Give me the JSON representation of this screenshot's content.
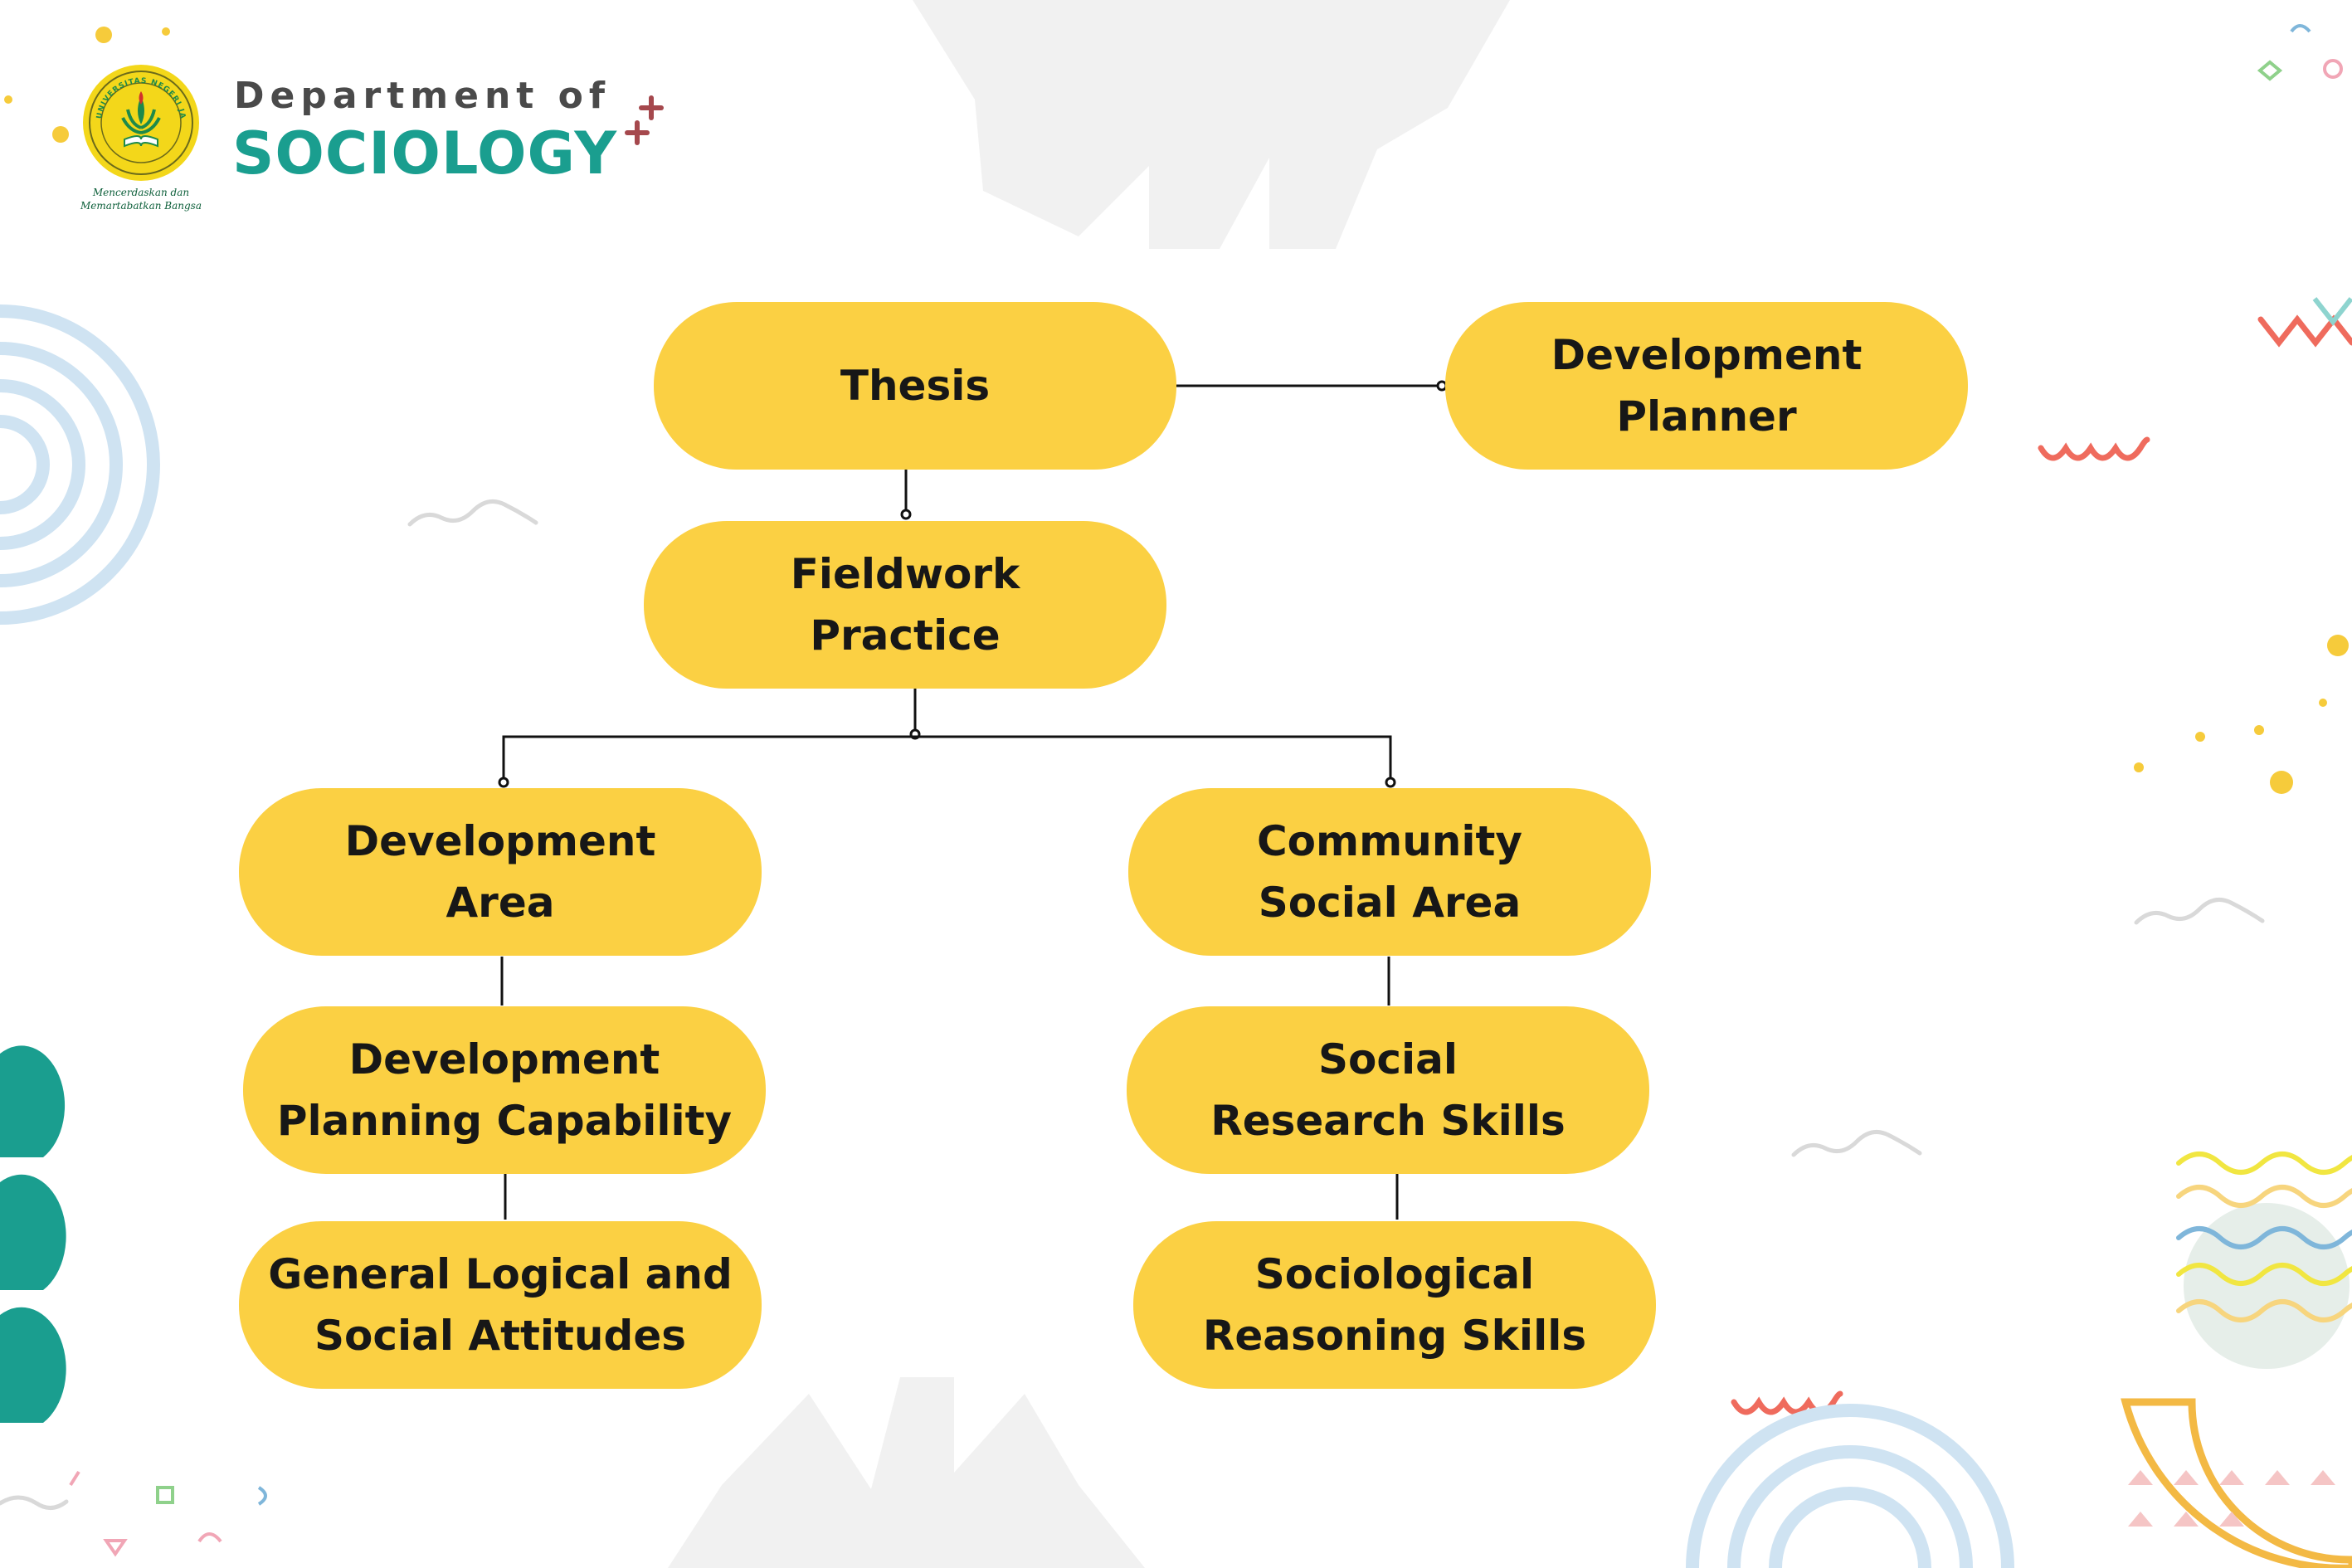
{
  "header": {
    "department_prefix": "Department of",
    "department_name": "SOCIOLOGY",
    "logo_ring_text": "UNIVERSITAS NEGERI JAKARTA",
    "logo_motto": "Mencerdaskan dan Memartabatkan Bangsa"
  },
  "diagram": {
    "nodes": {
      "thesis": "Thesis",
      "development_planner": "Development\nPlanner",
      "fieldwork_practice": "Fieldwork\nPractice",
      "development_area": "Development\nArea",
      "community_social_area": "Community\nSocial Area",
      "development_planning_capability": "Development\nPlanning Capability",
      "social_research_skills": "Social\nResearch Skills",
      "general_logical_social_attitudes": "General Logical and\nSocial Attitudes",
      "sociological_reasoning_skills": "Sociological\nReasoning Skills"
    },
    "edges": [
      [
        "thesis",
        "development_planner"
      ],
      [
        "thesis",
        "fieldwork_practice"
      ],
      [
        "fieldwork_practice",
        "development_area"
      ],
      [
        "fieldwork_practice",
        "community_social_area"
      ],
      [
        "development_area",
        "development_planning_capability"
      ],
      [
        "development_planning_capability",
        "general_logical_social_attitudes"
      ],
      [
        "community_social_area",
        "social_research_skills"
      ],
      [
        "social_research_skills",
        "sociological_reasoning_skills"
      ]
    ]
  },
  "colors": {
    "node_fill": "#fbd043",
    "brand_teal": "#1a9e8f",
    "connector": "#111111"
  },
  "icons": [
    "university-logo",
    "plus-sparkle-icon",
    "wave-decoration",
    "concentric-arc-decoration",
    "star-burst-decoration"
  ]
}
